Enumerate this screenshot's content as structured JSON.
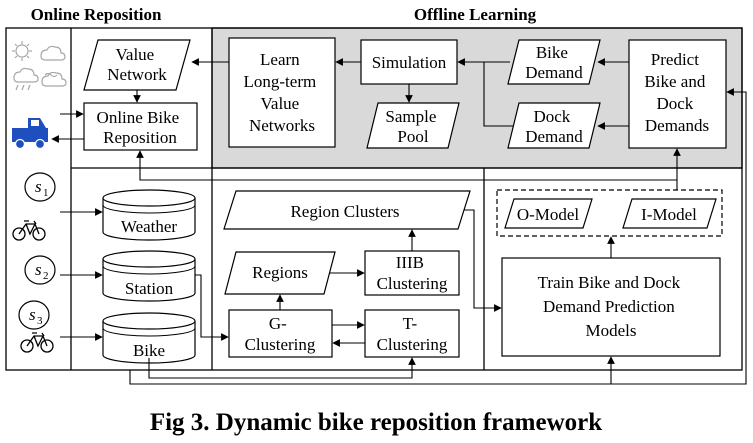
{
  "headers": {
    "online": "Online Reposition",
    "offline": "Offline Learning"
  },
  "nodes": {
    "value_network": [
      "Value",
      "Network"
    ],
    "online_bike_reposition": [
      "Online Bike",
      "Reposition"
    ],
    "learn_long_term": [
      "Learn",
      "Long-term",
      "Value",
      "Networks"
    ],
    "simulation": [
      "Simulation"
    ],
    "sample_pool": [
      "Sample",
      "Pool"
    ],
    "bike_demand": [
      "Bike",
      "Demand"
    ],
    "dock_demand": [
      "Dock",
      "Demand"
    ],
    "predict_demands": [
      "Predict",
      "Bike and",
      "Dock",
      "Demands"
    ],
    "weather": [
      "Weather"
    ],
    "station": [
      "Station"
    ],
    "bike": [
      "Bike"
    ],
    "region_clusters": [
      "Region Clusters"
    ],
    "regions": [
      "Regions"
    ],
    "iiib_clustering": [
      "IIIB",
      "Clustering"
    ],
    "g_clustering": [
      "G-",
      "Clustering"
    ],
    "t_clustering": [
      "T-",
      "Clustering"
    ],
    "o_model": [
      "O-Model"
    ],
    "i_model": [
      "I-Model"
    ],
    "train_models": [
      "Train Bike and Dock",
      "Demand Prediction",
      "Models"
    ]
  },
  "stations": [
    {
      "letter": "s",
      "index": "1"
    },
    {
      "letter": "s",
      "index": "2"
    },
    {
      "letter": "s",
      "index": "3"
    }
  ],
  "icons": [
    "weather-icon",
    "truck-icon",
    "bicycle-icon"
  ],
  "colors": {
    "offline_panel": "#d9d9d9",
    "truck": "#1f4fbf",
    "weather_icon": "#a6a6a6",
    "stroke": "#000000"
  },
  "caption": "Fig 3. Dynamic bike reposition framework"
}
